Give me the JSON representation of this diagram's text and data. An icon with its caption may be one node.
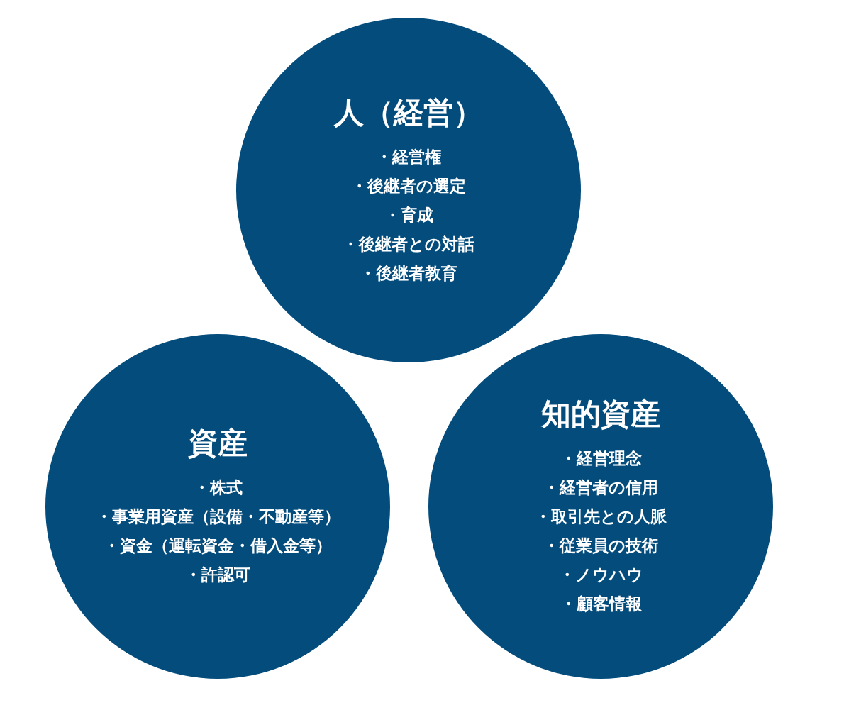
{
  "diagram": {
    "nodes": [
      {
        "text": [
          "人（経営）",
          "・経営権",
          "・後継者の選定",
          "・育成",
          "・後継者との対話",
          "・後継者教育"
        ]
      },
      {
        "text": [
          "資産",
          "・株式",
          "・事業用資産（設備・不動産等）",
          "・資金（運転資金・借入金等）",
          "・許認可"
        ]
      },
      {
        "text": [
          "知的資産",
          "・経営理念",
          "・経営者の信用",
          "・取引先との人脈",
          "・従業員の技術",
          "・ノウハウ",
          "・顧客情報"
        ]
      }
    ]
  }
}
